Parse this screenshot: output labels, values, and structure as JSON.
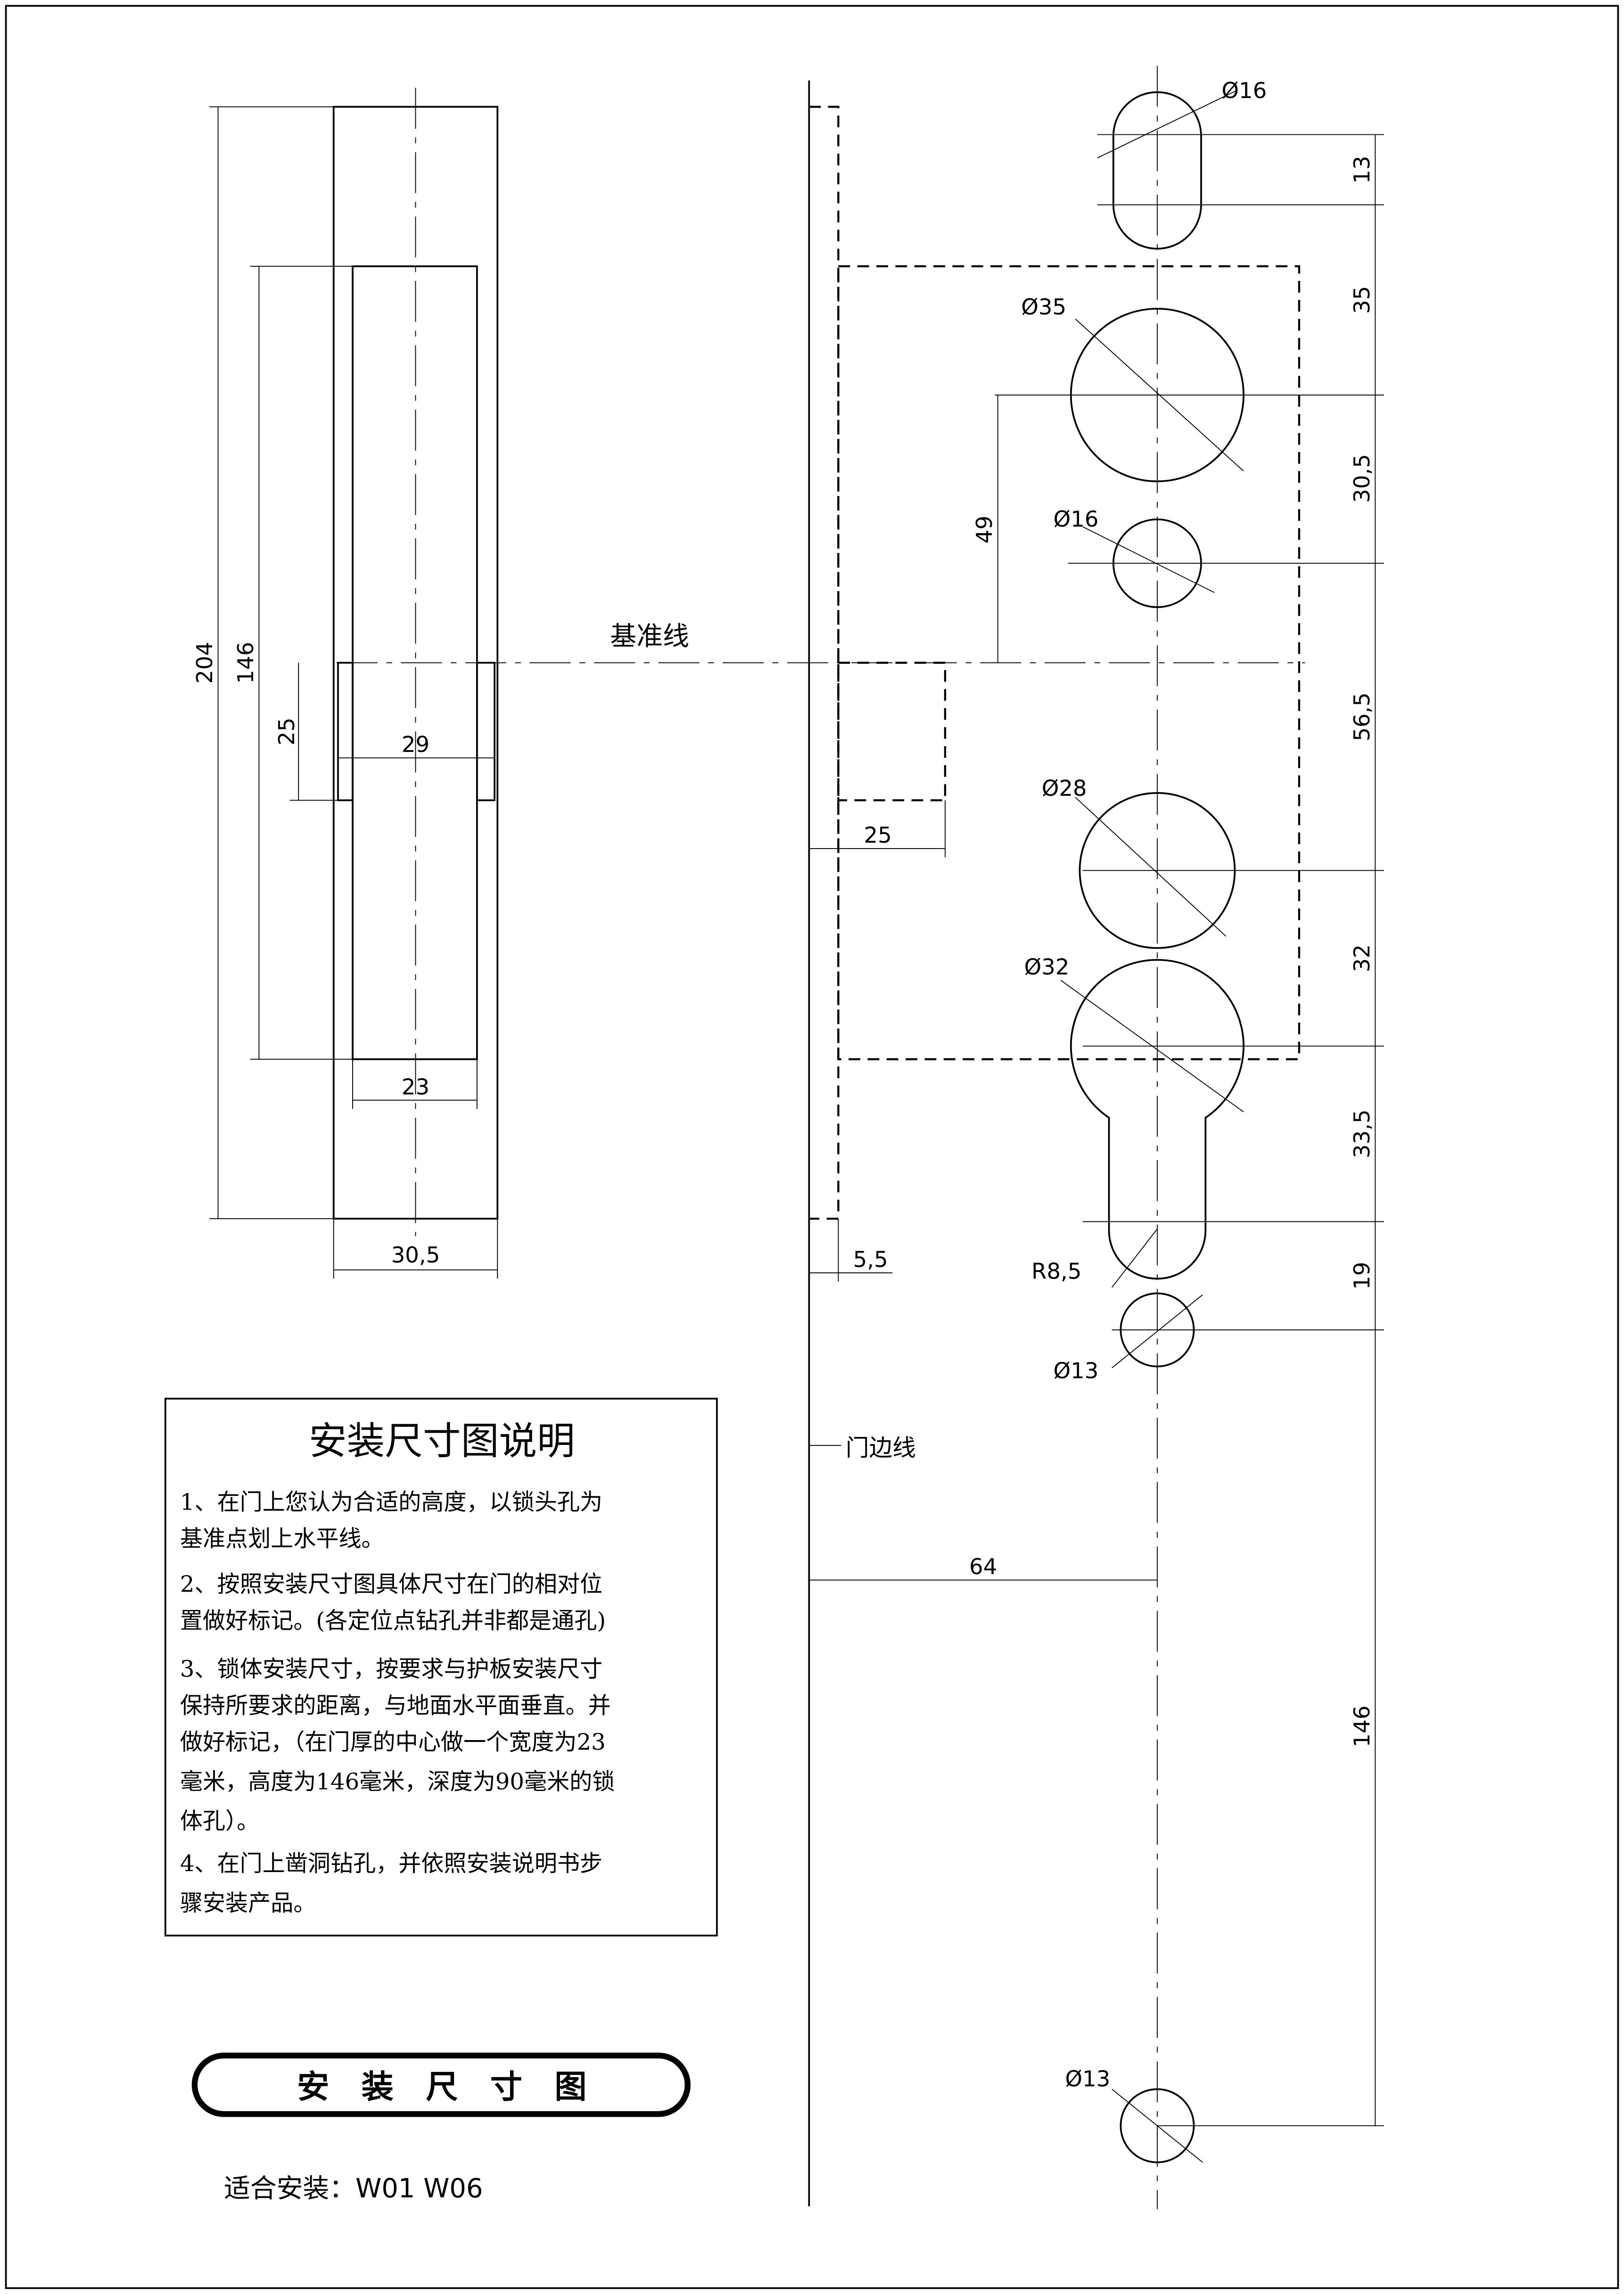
{
  "datum_label": "基准线",
  "door_edge_label": "门边线",
  "left_view": {
    "overall_height": "204",
    "mortise_height": "146",
    "strike_height": "25",
    "strike_width": "29",
    "mortise_width": "23",
    "plate_width": "30,5"
  },
  "right_view": {
    "diameters": [
      "Ø16",
      "Ø35",
      "Ø16",
      "Ø28",
      "Ø32",
      "Ø13",
      "Ø13"
    ],
    "radius": "R8,5",
    "vertical_dims": [
      "13",
      "35",
      "30,5",
      "56,5",
      "32",
      "33,5",
      "19",
      "146"
    ],
    "datum_offset": "49",
    "latch_depth": "25",
    "edge_offset": "5,5",
    "backset": "64"
  },
  "notes": {
    "title": "安装尺寸图说明",
    "lines": [
      "1、在门上您认为合适的高度，以锁头孔为",
      "基准点划上水平线。",
      "2、按照安装尺寸图具体尺寸在门的相对位",
      "置做好标记。(各定位点钻孔并非都是通孔)",
      "3、锁体安装尺寸，按要求与护板安装尺寸",
      "保持所要求的距离，与地面水平面垂直。并",
      "做好标记，（在门厚的中心做一个宽度为23",
      "毫米，高度为146毫米，深度为90毫米的锁",
      "体孔）。",
      "4、在门上凿洞钻孔，并依照安装说明书步",
      "骤安装产品。"
    ]
  },
  "title_banner": "安　装　尺　寸　图",
  "models": "适合安装：W01 W06"
}
